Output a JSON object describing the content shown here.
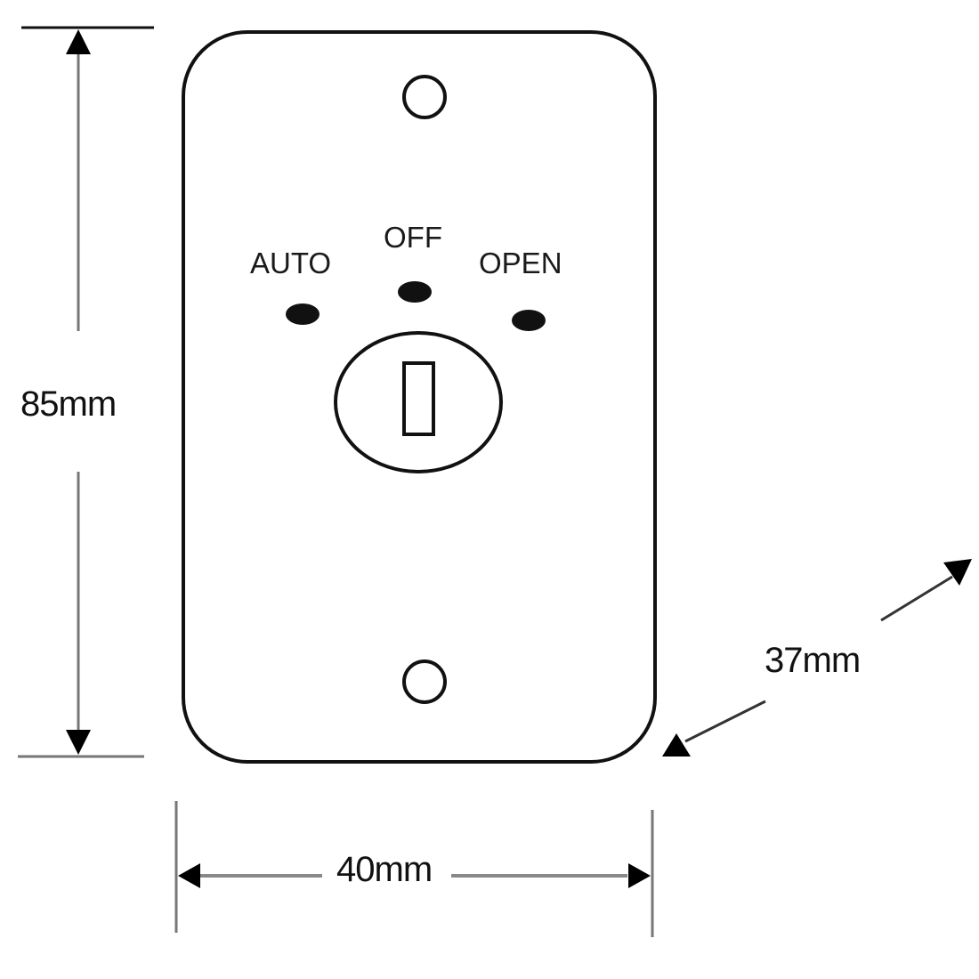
{
  "diagram": {
    "subject": "key switch plate",
    "positions": [
      {
        "label": "AUTO"
      },
      {
        "label": "OFF"
      },
      {
        "label": "OPEN"
      }
    ],
    "dimensions": {
      "height": "85mm",
      "width": "40mm",
      "depth": "37mm"
    },
    "colors": {
      "line": "#111111",
      "dim_line": "#777777",
      "background": "#ffffff"
    }
  }
}
